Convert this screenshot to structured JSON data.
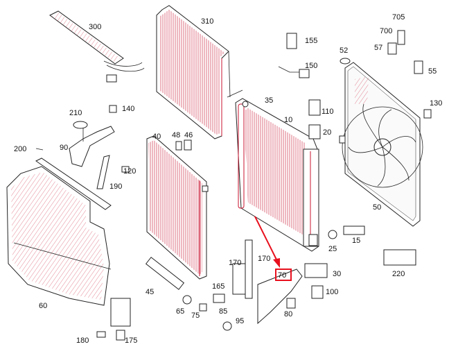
{
  "diagram": {
    "callouts": [
      {
        "id": "300",
        "text": "300"
      },
      {
        "id": "310",
        "text": "310"
      },
      {
        "id": "705",
        "text": "705"
      },
      {
        "id": "700",
        "text": "700"
      },
      {
        "id": "155",
        "text": "155"
      },
      {
        "id": "52",
        "text": "52"
      },
      {
        "id": "57",
        "text": "57"
      },
      {
        "id": "150",
        "text": "150"
      },
      {
        "id": "55",
        "text": "55"
      },
      {
        "id": "35",
        "text": "35"
      },
      {
        "id": "210",
        "text": "210"
      },
      {
        "id": "140",
        "text": "140"
      },
      {
        "id": "110",
        "text": "110"
      },
      {
        "id": "130",
        "text": "130"
      },
      {
        "id": "10",
        "text": "10"
      },
      {
        "id": "20",
        "text": "20"
      },
      {
        "id": "40",
        "text": "40"
      },
      {
        "id": "48",
        "text": "48"
      },
      {
        "id": "46",
        "text": "46"
      },
      {
        "id": "90",
        "text": "90"
      },
      {
        "id": "200",
        "text": "200"
      },
      {
        "id": "120",
        "text": "120"
      },
      {
        "id": "190",
        "text": "190"
      },
      {
        "id": "50",
        "text": "50"
      },
      {
        "id": "25",
        "text": "25"
      },
      {
        "id": "15",
        "text": "15"
      },
      {
        "id": "170a",
        "text": "170"
      },
      {
        "id": "170b",
        "text": "170"
      },
      {
        "id": "220",
        "text": "220"
      },
      {
        "id": "30",
        "text": "30"
      },
      {
        "id": "70",
        "text": "70"
      },
      {
        "id": "45",
        "text": "45"
      },
      {
        "id": "165",
        "text": "165"
      },
      {
        "id": "100",
        "text": "100"
      },
      {
        "id": "60",
        "text": "60"
      },
      {
        "id": "65",
        "text": "65"
      },
      {
        "id": "75",
        "text": "75"
      },
      {
        "id": "85",
        "text": "85"
      },
      {
        "id": "80",
        "text": "80"
      },
      {
        "id": "95",
        "text": "95"
      },
      {
        "id": "180",
        "text": "180"
      },
      {
        "id": "175",
        "text": "175"
      }
    ],
    "highlight": {
      "part": "70",
      "color": "#e8101e"
    }
  }
}
